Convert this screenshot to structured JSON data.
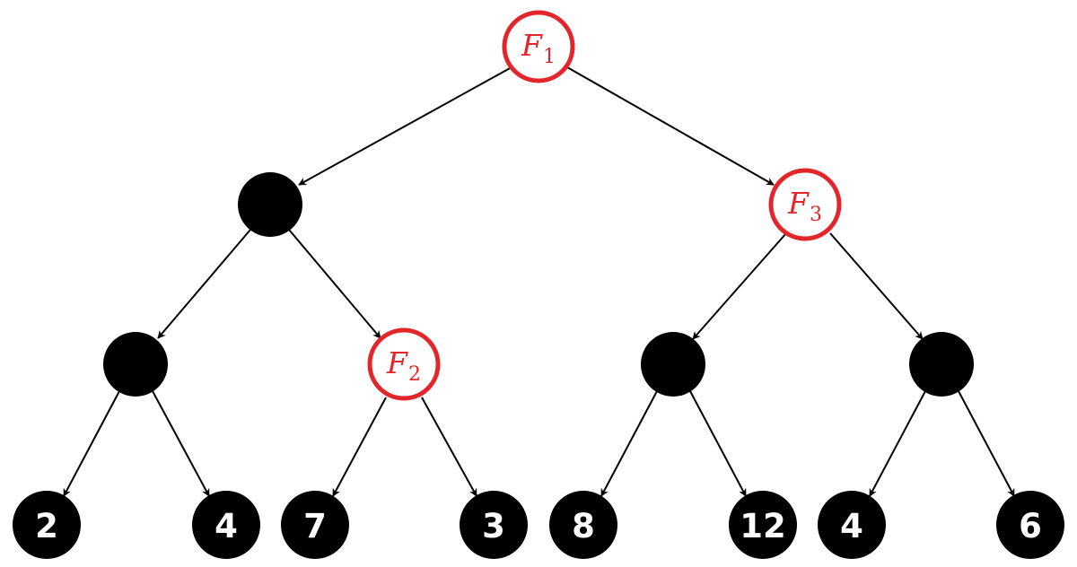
{
  "colors": {
    "highlight": "#e3262b",
    "node_fill": "#000000",
    "edge": "#000000",
    "background": "#ffffff"
  },
  "tree": {
    "root": {
      "label": {
        "main": "F",
        "sub": "1"
      },
      "style": "highlight"
    },
    "internal": [
      {
        "id": "left",
        "label": null,
        "style": "filled"
      },
      {
        "id": "right",
        "label": {
          "main": "F",
          "sub": "3"
        },
        "style": "highlight"
      },
      {
        "id": "left-left",
        "label": null,
        "style": "filled"
      },
      {
        "id": "left-right",
        "label": {
          "main": "F",
          "sub": "2"
        },
        "style": "highlight"
      },
      {
        "id": "right-left",
        "label": null,
        "style": "filled"
      },
      {
        "id": "right-right",
        "label": null,
        "style": "filled"
      }
    ],
    "leaves": [
      "2",
      "4",
      "7",
      "3",
      "8",
      "12",
      "4",
      "6"
    ]
  }
}
